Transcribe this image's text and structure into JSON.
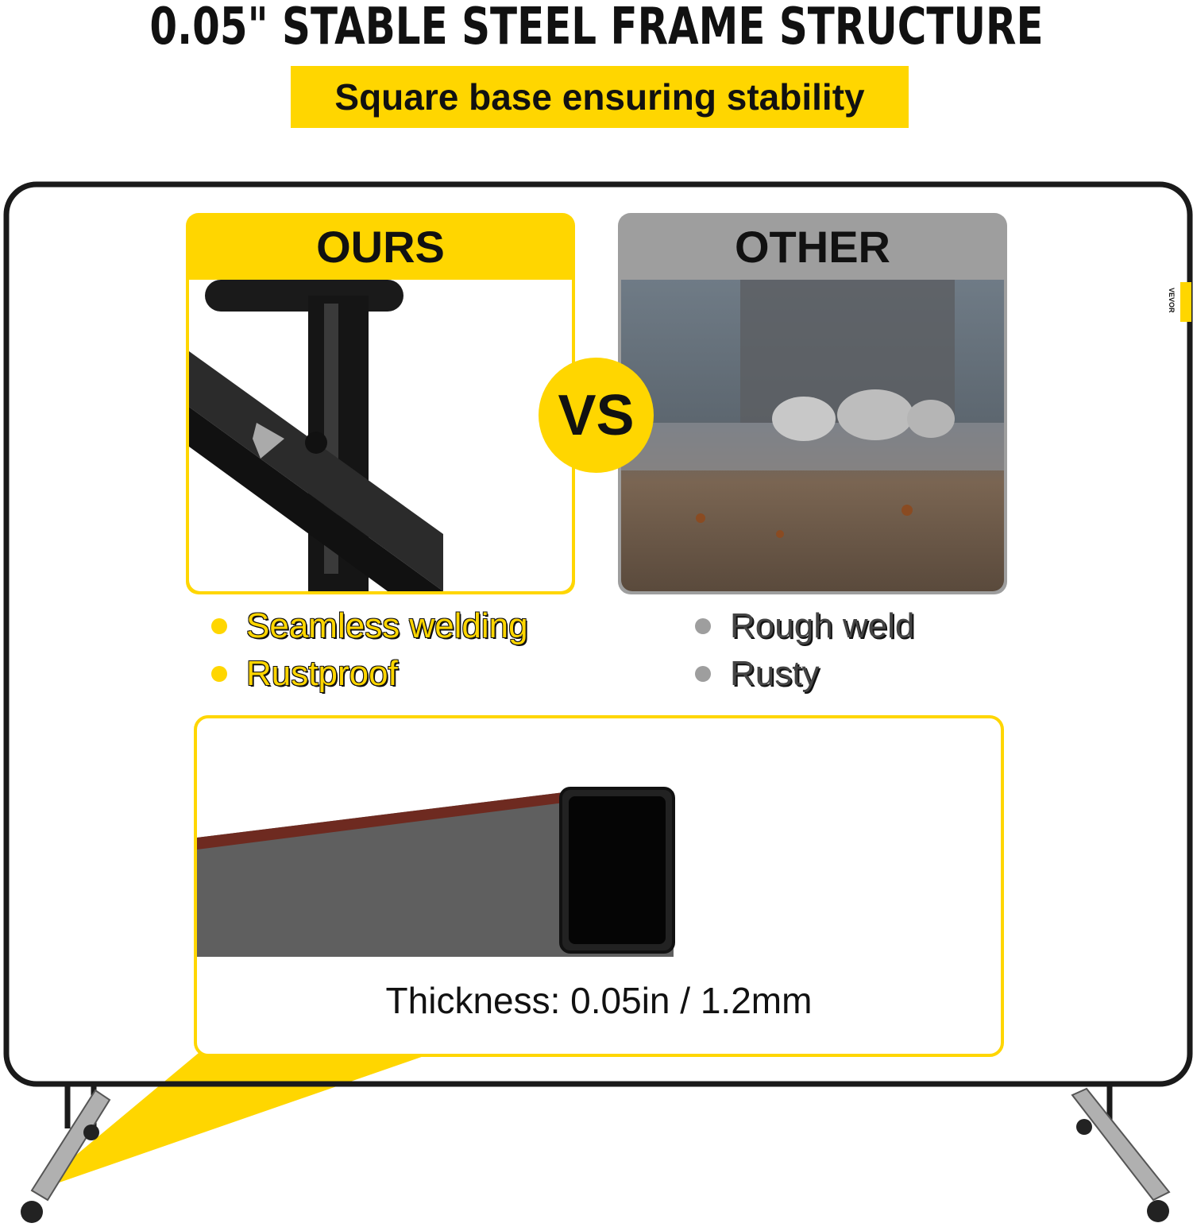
{
  "header": {
    "title": "0.05\" STABLE STEEL FRAME STRUCTURE",
    "subtitle": "Square base ensuring stability"
  },
  "comparison": {
    "ours": {
      "label": "OURS",
      "features": [
        "Seamless welding",
        "Rustproof"
      ]
    },
    "vs_label": "VS",
    "other": {
      "label": "OTHER",
      "features": [
        "Rough weld",
        "Rusty"
      ]
    }
  },
  "detail": {
    "thickness_label": "Thickness: 0.05in / 1.2mm"
  },
  "brand": {
    "side_tag": "VEVOR"
  },
  "colors": {
    "accent_yellow": "#FFD600",
    "frame_black": "#1a1a1a",
    "other_gray": "#9E9E9E"
  }
}
